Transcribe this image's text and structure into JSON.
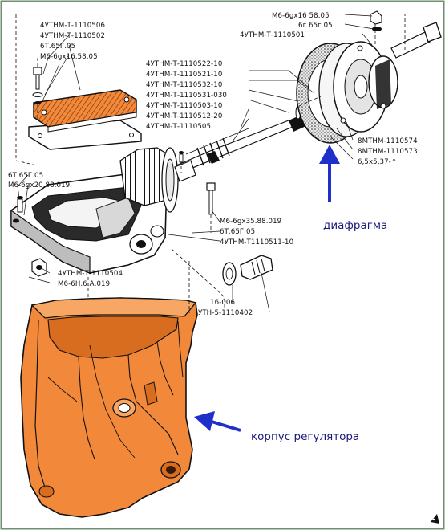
{
  "callouts": {
    "diaphragm": "диафрагма",
    "regulator_housing": "корпус регулятора"
  },
  "parts": {
    "cover_bolt": "4УТНМ-Т-1110506",
    "cover": "4УТНМ-Т-1110502",
    "cover_washer": "6Т.65Г.05",
    "cover_screw": "М6-6gx16.58.05",
    "left_washer": "6Т.65Г.05",
    "left_bolt": "М6-6gx20.88.019",
    "nut_cap": "4УТНМ-Т-1110504",
    "nut": "М6-6Н.6.А.019",
    "top_screw": "М6-6gx16 58.05",
    "top_washer": "6г 65г.05",
    "flange": "4УТНМ-Т-1110501",
    "stack_1": "4УТНМ-Т-1110522-10",
    "stack_2": "4УТНМ-Т-1110521-10",
    "stack_3": "4УТНМ-Т-1110532-10",
    "stack_4": "4УТНМ-Т-1110531-030",
    "stack_5": "4УТНМ-Т-1110503-10",
    "stack_6": "4УТНМ-Т-1110512-20",
    "stack_7": "4УТНМ-Т-1110505",
    "diaphragm_1": "8МТНМ-1110574",
    "diaphragm_2": "8МТНМ-1110573",
    "diaphragm_3": "6,5х5,37-↑",
    "mid_bolt": "М6-6gx35.88.019",
    "mid_washer": "6Т.65Г.05",
    "mid_part": "4УТНМ-Т1110511-10",
    "plug_1": "16-006",
    "plug_2": "УТН-5-1110402"
  },
  "colors": {
    "housing_fill": "#f2893a",
    "arrow_blue": "#1f2fc9",
    "callout_text": "#1a1a7a",
    "ink": "#111111"
  }
}
